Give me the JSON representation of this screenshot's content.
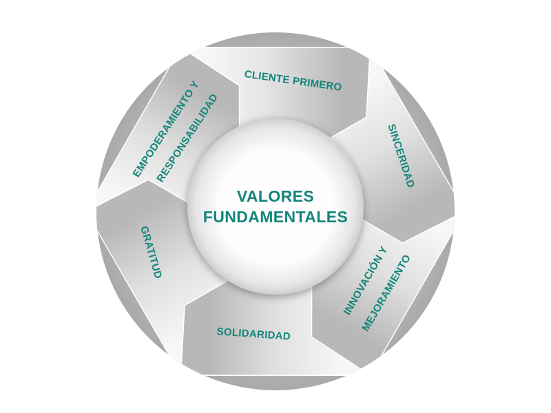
{
  "center": {
    "line1": "VALORES",
    "line2": "FUNDAMENTALES"
  },
  "segments": [
    {
      "label": "CLIENTE PRIMERO"
    },
    {
      "label": "SINCERIDAD"
    },
    {
      "line1": "INNOVACIÓN Y",
      "line2": "MEJORAMIENTO"
    },
    {
      "label": "SOLIDARIDAD"
    },
    {
      "label": "GRATITUD"
    },
    {
      "line1": "EMPODERAMIENTO Y",
      "line2": "RESPONSABILIDAD"
    }
  ],
  "colors": {
    "text": "#13857a",
    "segment_light": "#f6f6f6",
    "segment_dark": "#b9b9b9"
  }
}
